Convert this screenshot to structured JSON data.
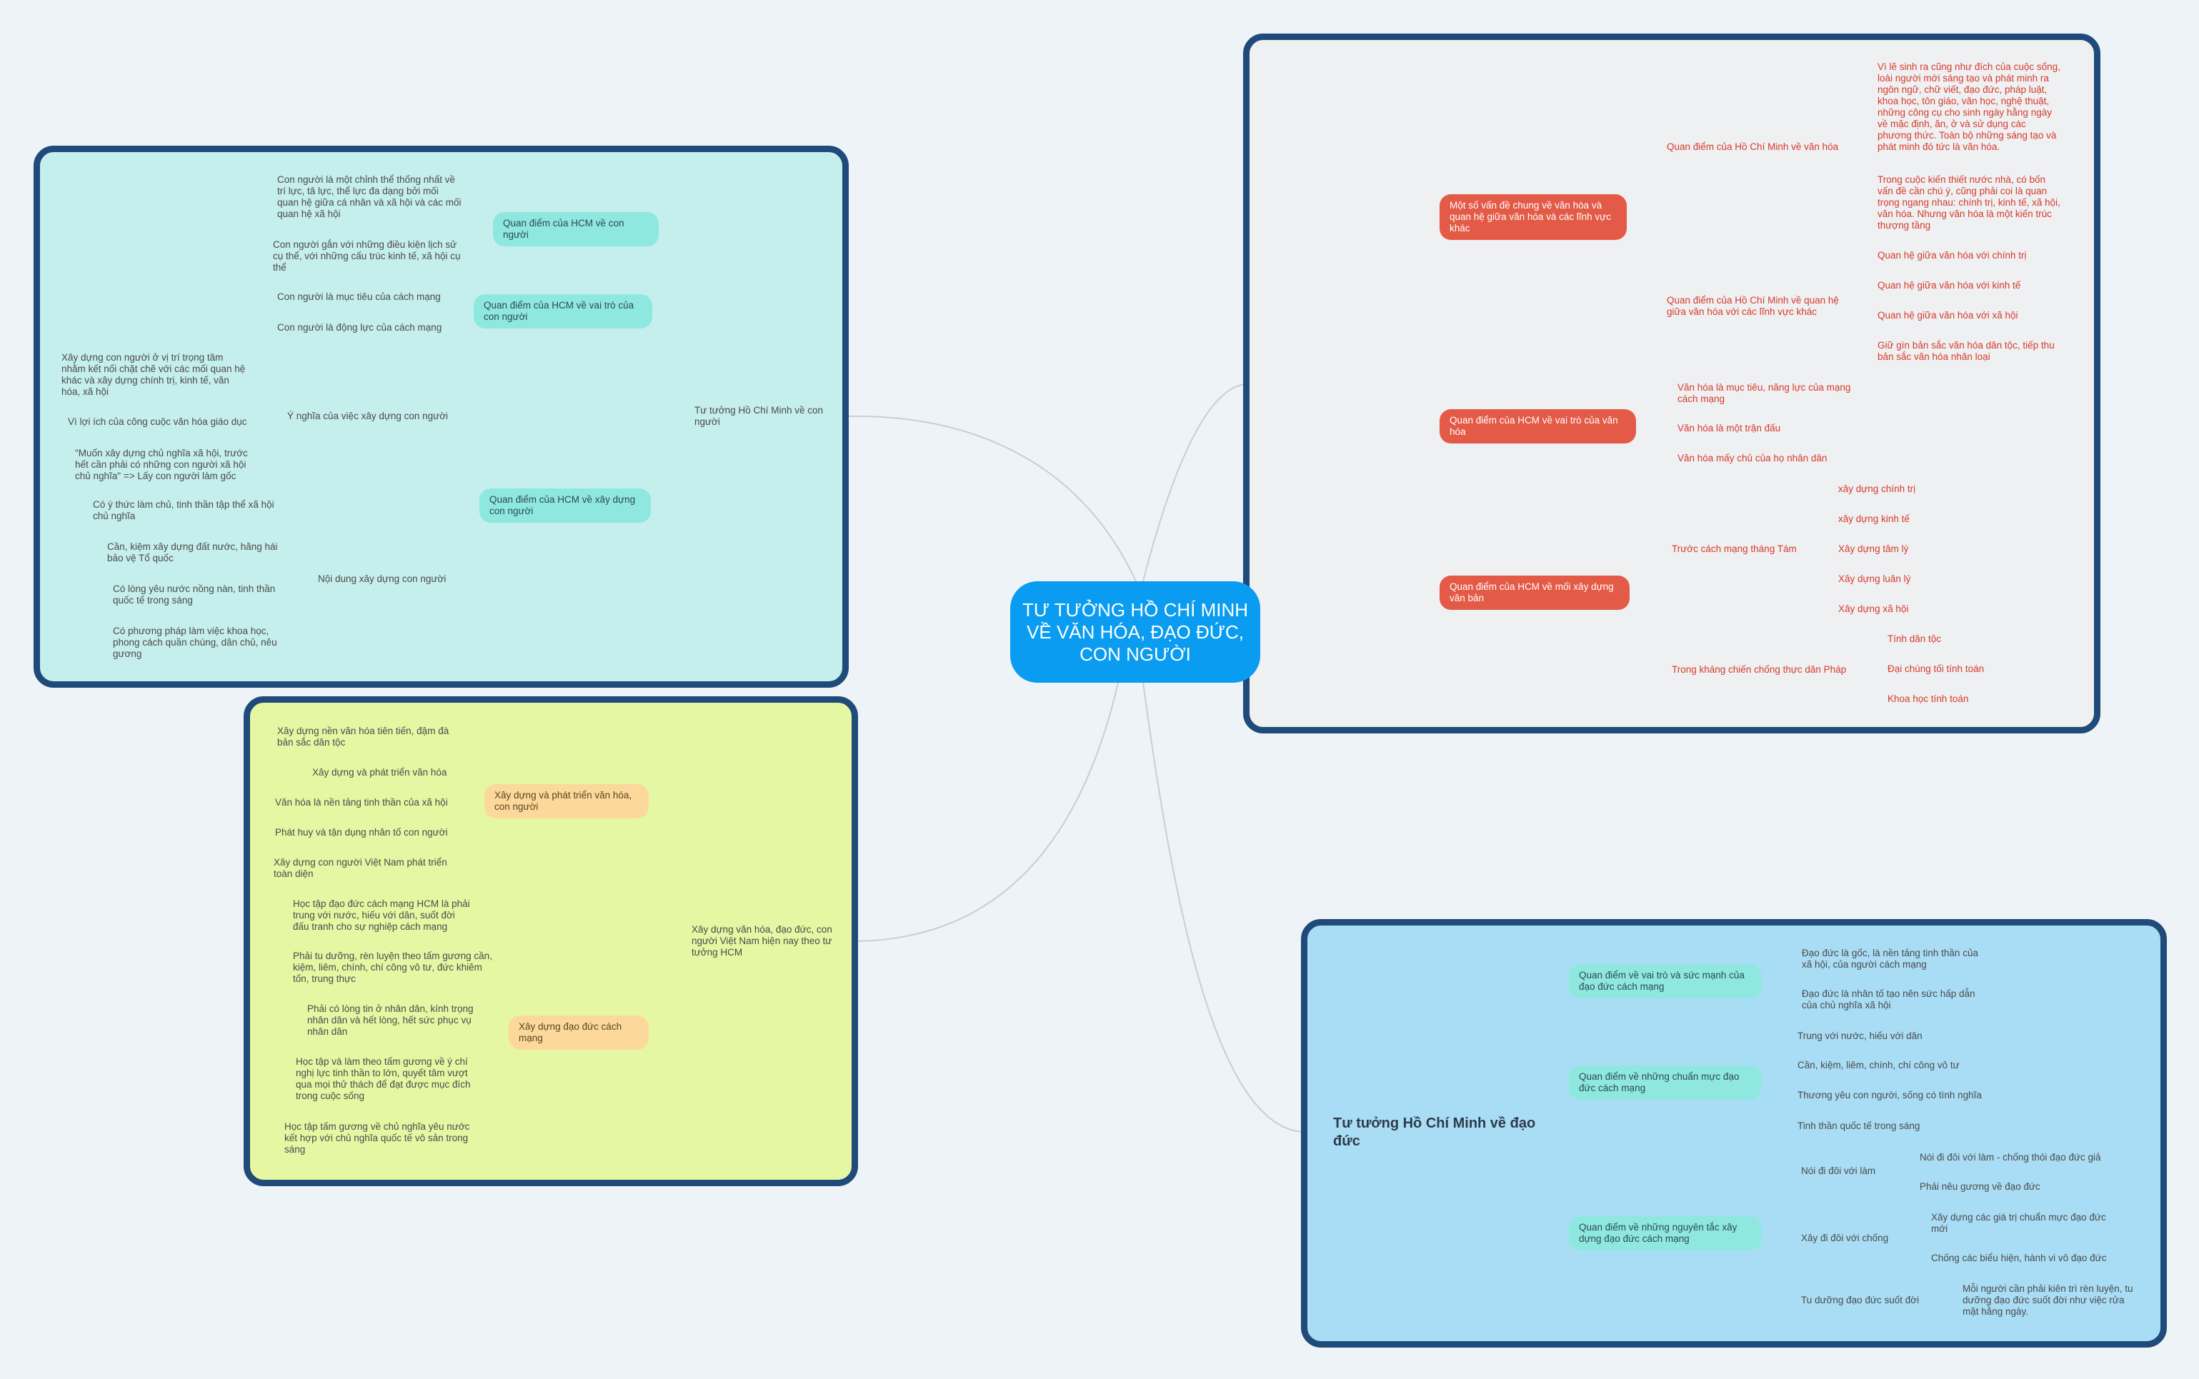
{
  "central": "TƯ TƯỞNG HỒ CHÍ MINH VỀ VĂN HÓA, ĐẠO ĐỨC, CON NGƯỜI",
  "colors": {
    "central": "#0a9cf0",
    "panel_border": "#1f4a7a",
    "cyan_panel": "#c5efec",
    "lime_panel": "#e6f7a3",
    "gray_panel": "#eff0f2",
    "blue_panel": "#a9ddf5",
    "red_text": "#d63a2b",
    "red_pill": "#e35a47"
  },
  "con_nguoi": {
    "root": "Tư tưởng Hồ Chí Minh về con người",
    "b1": {
      "label": "Quan điểm của HCM về con người",
      "leaves": [
        "Con người là một chỉnh thể thống nhất về trí lực, tâ lực, thể lực đa dạng bởi mối quan hệ giữa cá nhân và xã hội và các mối quan hệ xã hội",
        "Con người gắn với những điều kiện lịch sử cụ thể, với những cấu trúc kinh tế, xã hội cụ thể"
      ]
    },
    "b2": {
      "label": "Quan điểm của HCM về vai trò của con người",
      "leaves": [
        "Con người là mục tiêu của cách mạng",
        "Con người là động lực của cách mạng"
      ]
    },
    "b3": {
      "label": "Quan điểm của HCM về xây dựng con người",
      "sub1": {
        "label": "Ý nghĩa của việc xây dựng con người",
        "leaves": [
          "Xây dựng con người ở vị trí trọng tâm nhằm kết nối chặt chẽ với các mối quan hệ khác và xây dựng chính trị, kinh tế, văn hóa, xã hội",
          "Vì lợi ích của công cuộc văn hóa giáo dục",
          "\"Muốn xây dựng chủ nghĩa xã hội, trước hết cần phải có những con người xã hội chủ nghĩa\" => Lấy con người làm gốc"
        ]
      },
      "sub2": {
        "label": "Nội dung xây dựng con người",
        "leaves": [
          "Có ý thức làm chủ, tinh thần tập thể xã hội chủ nghĩa",
          "Cần, kiệm xây dựng đất nước, hăng hái bảo vệ Tổ quốc",
          "Có lòng yêu nước nồng nàn, tinh thần quốc tế trong sáng",
          "Có phương pháp làm việc khoa học, phong cách quần chúng, dân chủ, nêu gương"
        ]
      }
    }
  },
  "xay_dung": {
    "root": "Xây dựng văn hóa, đạo đức, con người Việt Nam hiện nay theo tư tưởng HCM",
    "b1": {
      "label": "Xây dựng và phát triển văn hóa, con người",
      "leaves": [
        "Xây dựng nền văn hóa tiên tiến, đậm đà bản sắc dân tộc",
        "Xây dựng và phát triển văn hóa",
        "Văn hóa là nền tảng tinh thần của xã hội",
        "Phát huy và tận dụng nhân tố con người",
        "Xây dựng con người Việt Nam phát triển toàn diện"
      ]
    },
    "b2": {
      "label": "Xây dựng đạo đức cách mạng",
      "leaves": [
        "Học tập đạo đức cách mạng HCM là phải trung với nước, hiếu với dân, suốt đời đấu tranh cho sự nghiệp cách mạng",
        "Phải tu dưỡng, rèn luyện theo tấm gương cần, kiệm, liêm, chính, chí công vô tư, đức khiêm tốn, trung thực",
        "Phải có lòng tin ở nhân dân, kính trọng nhân dân và hết lòng, hết sức phục vụ nhân dân",
        "Học tập và làm theo tấm gương về ý chí nghị lực tinh thần to lớn, quyết tâm vượt qua mọi thử thách để đạt được mục đích trong cuộc sống",
        "Học tập tấm gương về chủ nghĩa yêu nước kết hợp với chủ nghĩa quốc tế vô sản trong sáng"
      ]
    }
  },
  "van_hoa": {
    "root": "",
    "b1": {
      "label": "Một số vấn đề chung về văn hóa và quan hệ giữa văn hóa và các lĩnh vực khác",
      "sub1": {
        "label": "Quan điểm của Hồ Chí Minh về văn hóa",
        "leaves": [
          "Vì lẽ sinh ra cũng như đích của cuộc sống, loài người mới sáng tạo và phát minh ra ngôn ngữ, chữ viết, đạo đức, pháp luật, khoa học, tôn giáo, văn học, nghệ thuật, những công cụ cho sinh ngày hằng ngày về mặc định, ăn, ở và sử dụng các phương thức. Toàn bộ những sáng tạo và phát minh đó tức là văn hóa.",
          "Trong cuộc kiến thiết nước nhà, có bốn vấn đề cần chú ý, cũng phải coi là quan trọng ngang nhau: chính trị, kinh tế, xã hội, văn hóa. Nhưng văn hóa là một kiến trúc thượng tầng"
        ]
      },
      "sub2": {
        "label": "Quan điểm của Hồ Chí Minh về quan hệ giữa văn hóa với các lĩnh vực khác",
        "leaves": [
          "Quan hệ giữa văn hóa với chính trị",
          "Quan hệ giữa văn hóa với kinh tế",
          "Quan hệ giữa văn hóa với xã hội",
          "Giữ gìn bản sắc văn hóa dân tộc, tiếp thu bản sắc văn hóa nhân loại"
        ]
      }
    },
    "b2": {
      "label": "Quan điểm của HCM về vai trò của văn hóa",
      "leaves": [
        "Văn hóa là mục tiêu, năng lực của mạng cách mạng",
        "Văn hóa là một trận đấu",
        "Văn hóa mấy chủ của họ nhân dân"
      ]
    },
    "b3": {
      "label": "Quan điểm của HCM về mối xây dựng văn bản",
      "sub1": {
        "label": "Trước cách mạng tháng Tám",
        "leaves": [
          "xây dựng chính trị",
          "xây dựng kinh tế",
          "Xây dựng tâm lý",
          "Xây dựng luân lý",
          "Xây dựng xã hội"
        ]
      },
      "sub2": {
        "label": "Trong kháng chiến chống thực dân Pháp",
        "leaves": [
          "Tính dân tộc",
          "Đại chúng tối tính toán",
          "Khoa học tính toán"
        ]
      }
    }
  },
  "dao_duc": {
    "root": "Tư tưởng Hồ Chí Minh về đạo đức",
    "b1": {
      "label": "Quan điểm về vai trò và sức mạnh của đạo đức cách mạng",
      "leaves": [
        "Đạo đức là gốc, là nền tảng tinh thần của xã hội, của người cách mạng",
        "Đạo đức là nhân tố tạo nên sức hấp dẫn của chủ nghĩa xã hội"
      ]
    },
    "b2": {
      "label": "Quan điểm về những chuẩn mực đạo đức cách mạng",
      "leaves": [
        "Trung với nước, hiếu với dân",
        "Cần, kiệm, liêm, chính, chí công vô tư",
        "Thương yêu con người, sống có tình nghĩa",
        "Tinh thần quốc tế trong sáng"
      ]
    },
    "b3": {
      "label": "Quan điểm về những nguyên tắc xây dựng đạo đức cách mạng",
      "sub1": {
        "label": "Nói đi đôi với làm",
        "leaves": [
          "Nói đi đôi với làm - chống thói đạo đức giả",
          "Phải nêu gương về đạo đức"
        ]
      },
      "sub2": {
        "label": "Xây đi đôi với chống",
        "leaves": [
          "Xây dựng các giá trị chuẩn mực đạo đức mới",
          "Chống các biểu hiện, hành vi vô đạo đức"
        ]
      },
      "sub3": {
        "label": "Tu dưỡng đạo đức suốt đời",
        "leaves": [
          "Mỗi người cần phải kiên trì rèn luyện, tu dưỡng đạo đức suốt đời như việc rửa mặt hằng ngày."
        ]
      }
    }
  }
}
